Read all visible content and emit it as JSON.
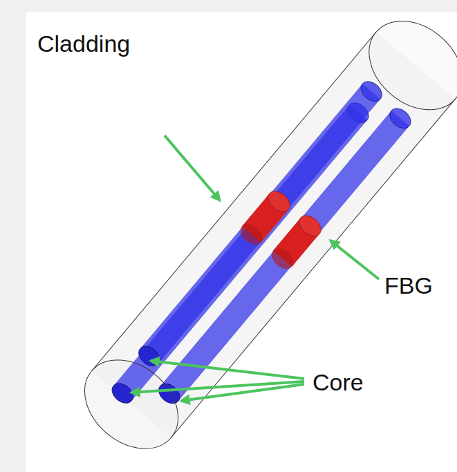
{
  "diagram": {
    "labels": [
      "Cladding",
      "FBG",
      "Core"
    ]
  }
}
